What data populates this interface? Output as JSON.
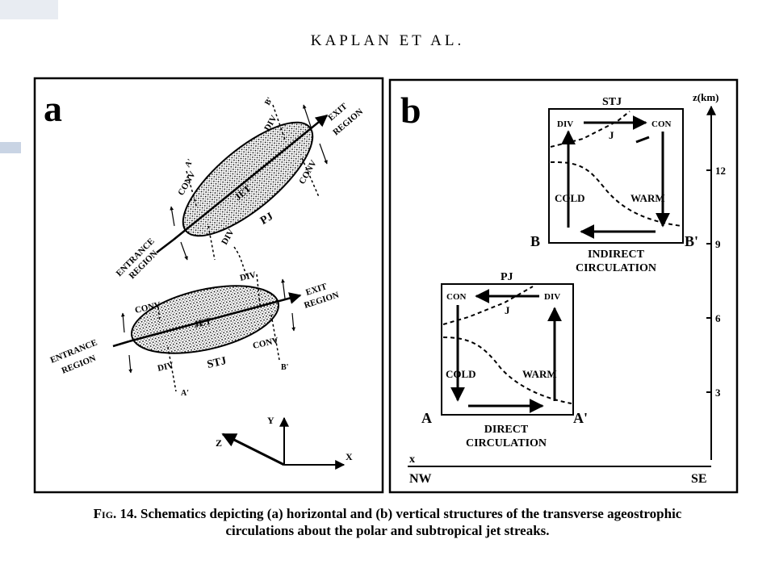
{
  "header": "KAPLAN ET AL.",
  "panel_a": {
    "letter": "a",
    "upper_jet": {
      "jet": "JET",
      "name": "PJ",
      "exit": [
        "EXIT",
        "REGION"
      ],
      "entrance": [
        "ENTRANCE",
        "REGION"
      ],
      "conv_left": "CONV",
      "conv_right": "CONV",
      "div_top": "DIV",
      "div_bottom": "DIV",
      "b_prime": "B'",
      "a_prime": "A'"
    },
    "lower_jet": {
      "jet": "JET",
      "name": "STJ",
      "exit": [
        "EXIT",
        "REGION"
      ],
      "entrance": [
        "ENTRANCE",
        "REGION"
      ],
      "conv_left": "CONV",
      "conv_right": "CONV",
      "div_top": "DIV",
      "div_bottom": "DIV",
      "b_prime": "B'",
      "a_prime": "A'"
    },
    "axes": {
      "x": "X",
      "y": "Y",
      "z": "Z"
    }
  },
  "panel_b": {
    "letter": "b",
    "z_axis_label": "z(km)",
    "z_ticks": [
      "12",
      "9",
      "6",
      "3"
    ],
    "x_label": "x",
    "nw": "NW",
    "se": "SE",
    "indirect": {
      "stj": "STJ",
      "div": "DIV",
      "con": "CON",
      "j": "J",
      "cold": "COLD",
      "warm": "WARM",
      "left": "B",
      "right": "B'",
      "title": [
        "INDIRECT",
        "CIRCULATION"
      ]
    },
    "direct": {
      "pj": "PJ",
      "con": "CON",
      "div": "DIV",
      "j": "J",
      "cold": "COLD",
      "warm": "WARM",
      "left": "A",
      "right": "A'",
      "title": [
        "DIRECT",
        "CIRCULATION"
      ]
    }
  },
  "caption": {
    "fig": "Fig. 14.",
    "line1": "Schematics depicting (a) horizontal and (b) vertical structures of the transverse ageostrophic",
    "line2": "circulations about the polar and subtropical jet streaks."
  }
}
